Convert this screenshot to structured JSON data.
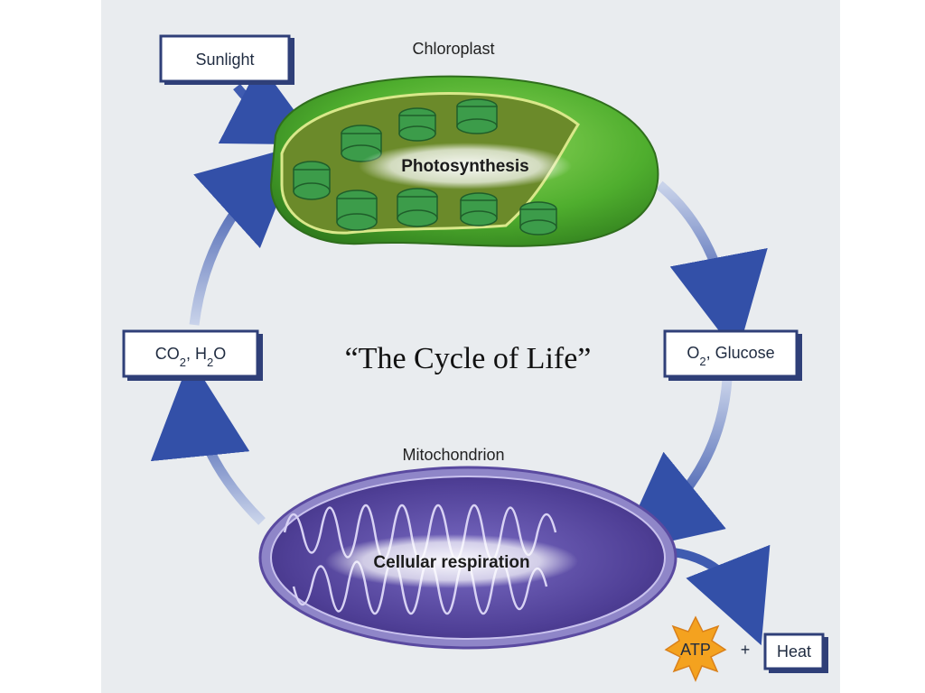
{
  "title": "“The Cycle of Life”",
  "organelles": {
    "chloroplast": {
      "label": "Chloroplast",
      "process": "Photosynthesis"
    },
    "mitochondrion": {
      "label": "Mitochondrion",
      "process": "Cellular respiration"
    }
  },
  "inputs": {
    "sunlight": "Sunlight",
    "co2_h2o": {
      "a": "CO",
      "a_sub": "2",
      "sep": ", H",
      "b_sub": "2",
      "b": "O"
    },
    "o2_glucose": {
      "a": "O",
      "a_sub": "2",
      "rest": ", Glucose"
    }
  },
  "outputs": {
    "atp": "ATP",
    "plus": "+",
    "heat": "Heat"
  },
  "colors": {
    "background": "#e9ecef",
    "chloroplast_green": "#5fbf3a",
    "mitochondrion_purple": "#5a4aa0",
    "arrow_blue": "#3f5bb0",
    "box_border": "#2f3f78",
    "atp_star": "#f4a21f"
  }
}
